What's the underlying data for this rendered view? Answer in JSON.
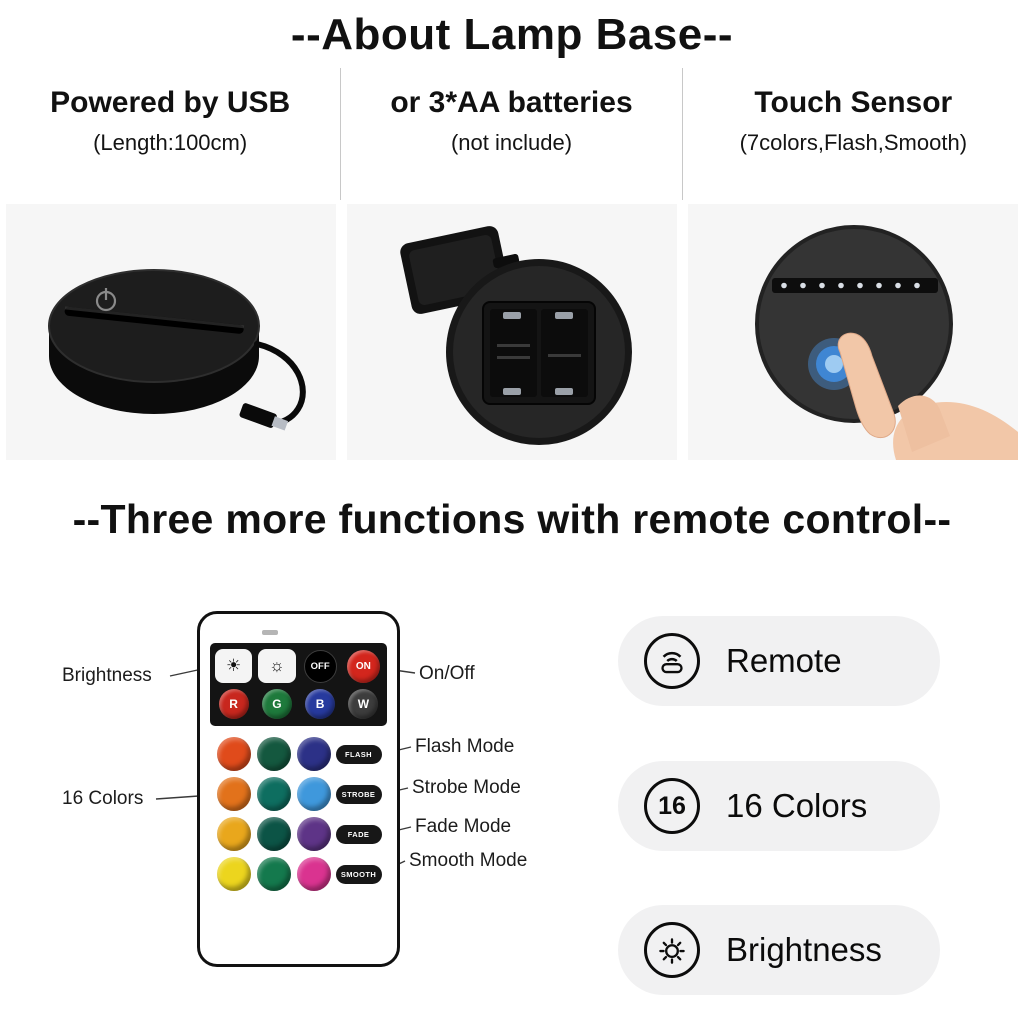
{
  "header": {
    "title": "--About Lamp Base--",
    "subtitle": "--Three more functions with remote control--"
  },
  "features": [
    {
      "title": "Powered by USB",
      "subtitle": "(Length:100cm)"
    },
    {
      "title": "or 3*AA batteries",
      "subtitle": "(not include)"
    },
    {
      "title": "Touch Sensor",
      "subtitle": "(7colors,Flash,Smooth)"
    }
  ],
  "remote_diagram": {
    "left_labels": [
      {
        "text": "Brightness"
      },
      {
        "text": "16 Colors"
      }
    ],
    "right_labels": [
      {
        "text": "On/Off"
      },
      {
        "text": "Flash Mode"
      },
      {
        "text": "Strobe Mode"
      },
      {
        "text": "Fade Mode"
      },
      {
        "text": "Smooth Mode"
      }
    ],
    "remote": {
      "icons": {
        "brightness_high": "☀",
        "brightness_low": "☼"
      },
      "off_label": "OFF",
      "on_label": "ON",
      "on_color": "#d3261d",
      "rgbw": [
        {
          "label": "R",
          "color": "#c8271e"
        },
        {
          "label": "G",
          "color": "#1e7a3c"
        },
        {
          "label": "B",
          "color": "#273a9e"
        },
        {
          "label": "W",
          "color": "#3d3d3d"
        }
      ],
      "modes": [
        "FLASH",
        "STROBE",
        "FADE",
        "SMOOTH"
      ],
      "color_grid": [
        [
          "#e04b1b",
          "#14583f",
          "#2c3187"
        ],
        [
          "#e2721b",
          "#0e6e60",
          "#3f98dc"
        ],
        [
          "#e9a71c",
          "#0c5446",
          "#5e3487"
        ],
        [
          "#ecd51e",
          "#14794d",
          "#da3390"
        ]
      ]
    }
  },
  "function_list": [
    {
      "icon": "remote-icon",
      "label": "Remote"
    },
    {
      "icon": "16-colors-icon",
      "icon_text": "16",
      "label": "16 Colors"
    },
    {
      "icon": "brightness-icon",
      "label": "Brightness"
    }
  ],
  "palette": {
    "touch_glow": "#3f86d3",
    "pill_background": "#f1f1f2"
  }
}
